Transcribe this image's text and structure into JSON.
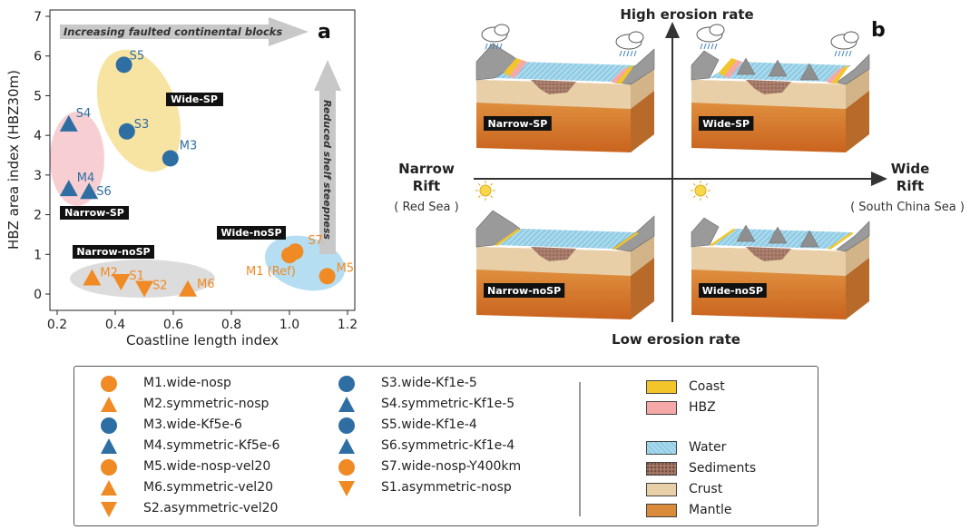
{
  "colors": {
    "orange": "#f08a24",
    "blue": "#2f6ea3",
    "coast": "#f2c62a",
    "hbz": "#f6a8a8",
    "water": "#9fd3e8",
    "sediments": "#9c7060",
    "crust": "#e8cfa8",
    "mantle": "#d98a3a",
    "ellipse_yellow": "#f7e4a3",
    "ellipse_pink": "#f7cfd3",
    "ellipse_blue": "#b5def2",
    "ellipse_gray": "#dcdcdc"
  },
  "panel_a": {
    "letter": "a",
    "top_arrow_text": "Increasing faulted continental blocks",
    "side_arrow_text": "Reduced shelf steepness",
    "group_labels": {
      "wide_sp": "Wide-SP",
      "narrow_sp": "Narrow-SP",
      "wide_nosp": "Wide-noSP",
      "narrow_nosp": "Narrow-noSP"
    }
  },
  "chart_data": {
    "type": "scatter",
    "xlabel": "Coastline length index",
    "ylabel": "HBZ area index (HBZ30m)",
    "xlim": [
      0.2,
      1.2
    ],
    "ylim": [
      -0.2,
      7
    ],
    "xticks": [
      "0.2",
      "0.4",
      "0.6",
      "0.8",
      "1.0",
      "1.2"
    ],
    "yticks": [
      "0",
      "1",
      "2",
      "3",
      "4",
      "5",
      "6",
      "7"
    ],
    "grid": false,
    "points": [
      {
        "label": "M1 (Ref)",
        "x": 1.0,
        "y": 0.98,
        "marker": "circle",
        "color": "orange"
      },
      {
        "label": "S7",
        "x": 1.02,
        "y": 1.07,
        "marker": "circle",
        "color": "orange"
      },
      {
        "label": "M5",
        "x": 1.13,
        "y": 0.45,
        "marker": "circle",
        "color": "orange"
      },
      {
        "label": "M2",
        "x": 0.32,
        "y": 0.4,
        "marker": "triangle-up",
        "color": "orange"
      },
      {
        "label": "M6",
        "x": 0.65,
        "y": 0.12,
        "marker": "triangle-up",
        "color": "orange"
      },
      {
        "label": "S1",
        "x": 0.42,
        "y": 0.32,
        "marker": "triangle-down",
        "color": "orange"
      },
      {
        "label": "S2",
        "x": 0.5,
        "y": 0.15,
        "marker": "triangle-down",
        "color": "orange"
      },
      {
        "label": "S5",
        "x": 0.43,
        "y": 5.78,
        "marker": "circle",
        "color": "blue"
      },
      {
        "label": "S3",
        "x": 0.44,
        "y": 4.1,
        "marker": "circle",
        "color": "blue"
      },
      {
        "label": "M3",
        "x": 0.59,
        "y": 3.42,
        "marker": "circle",
        "color": "blue"
      },
      {
        "label": "S4",
        "x": 0.24,
        "y": 4.28,
        "marker": "triangle-up",
        "color": "blue"
      },
      {
        "label": "M4",
        "x": 0.24,
        "y": 2.65,
        "marker": "triangle-up",
        "color": "blue"
      },
      {
        "label": "S6",
        "x": 0.31,
        "y": 2.58,
        "marker": "triangle-up",
        "color": "blue"
      }
    ]
  },
  "panel_b": {
    "letter": "b",
    "top_label": "High erosion rate",
    "bottom_label": "Low erosion rate",
    "left_label_1": "Narrow",
    "left_label_2": "Rift",
    "left_label_3": "( Red Sea )",
    "right_label_1": "Wide",
    "right_label_2": "Rift",
    "right_label_3": "( South China Sea )",
    "block_labels": [
      "Narrow-SP",
      "Wide-SP",
      "Narrow-noSP",
      "Wide-noSP"
    ]
  },
  "legend": {
    "runs": [
      {
        "text": "M1.wide-nosp",
        "marker": "circle",
        "color": "orange"
      },
      {
        "text": "M2.symmetric-nosp",
        "marker": "triangle-up",
        "color": "orange"
      },
      {
        "text": "M3.wide-Kf5e-6",
        "marker": "circle",
        "color": "blue"
      },
      {
        "text": "M4.symmetric-Kf5e-6",
        "marker": "triangle-up",
        "color": "blue"
      },
      {
        "text": "M5.wide-nosp-vel20",
        "marker": "circle",
        "color": "orange"
      },
      {
        "text": "M6.symmetric-vel20",
        "marker": "triangle-up",
        "color": "orange"
      },
      {
        "text": "S1.asymmetric-nosp",
        "marker": "triangle-down",
        "color": "orange"
      },
      {
        "text": "S2.asymmetric-vel20",
        "marker": "triangle-down",
        "color": "orange"
      },
      {
        "text": "S3.wide-Kf1e-5",
        "marker": "circle",
        "color": "blue"
      },
      {
        "text": "S4.symmetric-Kf1e-5",
        "marker": "triangle-up",
        "color": "blue"
      },
      {
        "text": "S5.wide-Kf1e-4",
        "marker": "circle",
        "color": "blue"
      },
      {
        "text": "S6.symmetric-Kf1e-4",
        "marker": "triangle-up",
        "color": "blue"
      },
      {
        "text": "S7.wide-nosp-Y400km",
        "marker": "circle",
        "color": "orange"
      }
    ],
    "materials": [
      {
        "text": "Coast",
        "color": "coast"
      },
      {
        "text": "HBZ",
        "color": "hbz"
      },
      {
        "text": "Water",
        "color": "water"
      },
      {
        "text": "Sediments",
        "color": "sediments"
      },
      {
        "text": "Crust",
        "color": "crust"
      },
      {
        "text": "Mantle",
        "color": "mantle"
      }
    ]
  }
}
